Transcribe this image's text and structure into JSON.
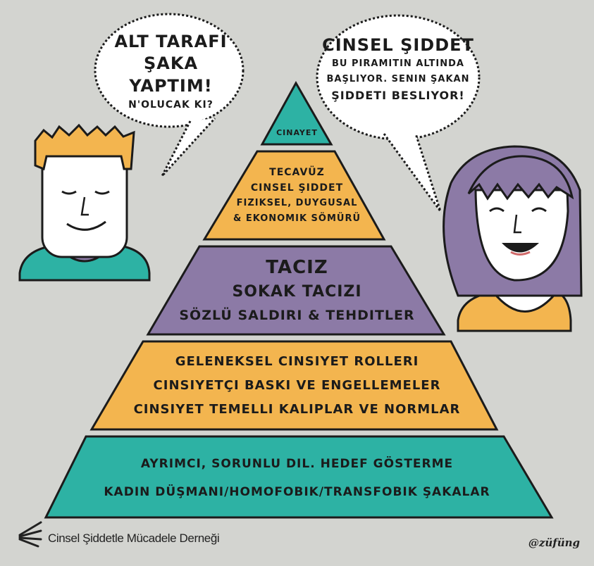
{
  "colors": {
    "background": "#d3d4d0",
    "teal": "#2db2a4",
    "orange": "#f3b54f",
    "purple": "#8c7aa6",
    "outline": "#1b1b1b",
    "skin": "#ffffff"
  },
  "left_bubble": {
    "line1": "Alt tarafı",
    "line2": "şaka yaptım!",
    "line3": "N'olucak ki?"
  },
  "right_bubble": {
    "line1": "Cinsel şiddet",
    "line2": "bu piramitin altında",
    "line3": "başlıyor. Senin şakan",
    "line4": "şiddeti besliyor!"
  },
  "pyramid": {
    "tier1": {
      "lines": [
        "Cinayet"
      ]
    },
    "tier2": {
      "lines": [
        "Tecavüz",
        "Cinsel şiddet",
        "Fiziksel, duygusal",
        "& ekonomik sömürü"
      ]
    },
    "tier3": {
      "lines": [
        "Taciz",
        "Sokak tacizi",
        "Sözlü saldırı & tehditler"
      ]
    },
    "tier4": {
      "lines": [
        "Geleneksel cinsiyet rolleri",
        "Cinsiyetçi baskı ve engellemeler",
        "Cinsiyet temelli kalıplar ve normlar"
      ]
    },
    "tier5": {
      "lines": [
        "Ayrımcı, sorunlu dil. Hedef gösterme",
        "Kadın düşmanı/homofobik/transfobik şakalar"
      ]
    }
  },
  "characters": {
    "left": {
      "icon": "boy-figure-icon"
    },
    "right": {
      "icon": "girl-figure-icon"
    }
  },
  "footer": {
    "logo_icon": "rays-logo-icon",
    "organization": "Cinsel Şiddetle Mücadele Derneği",
    "signature": "@züfüng"
  }
}
